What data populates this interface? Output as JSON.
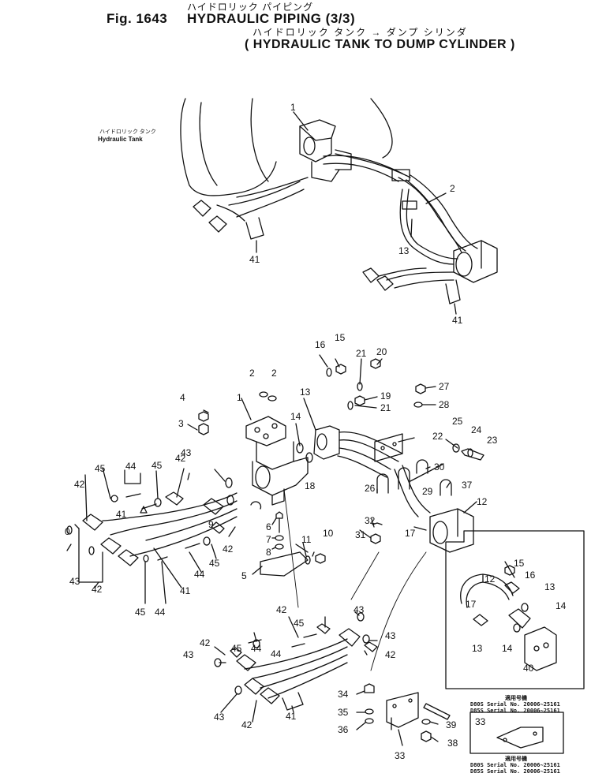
{
  "figure": {
    "fig_label": "Fig. 1643",
    "title_jp": "ハイドロリック パイピング",
    "title": "HYDRAULIC PIPING (3/3)",
    "subtitle_jp": "ハイドロリック タンク → ダンプ シリンダ",
    "subtitle": "( HYDRAULIC TANK TO DUMP CYLINDER )"
  },
  "tank_label": {
    "jp": "ハイドロリック タンク",
    "en": "Hydraulic Tank"
  },
  "inset_upper": {
    "jp": "適用号機",
    "line1": "D80S Serial No. 20006~25161",
    "line2": "D85S Serial No. 20006~25161"
  },
  "inset_lower": {
    "jp": "適用号機",
    "line1": "D80S Serial No. 20006~25161",
    "line2": "D85S Serial No. 20006~25161"
  },
  "callouts": [
    {
      "id": "c1",
      "text": "1"
    },
    {
      "id": "c2",
      "text": "2"
    },
    {
      "id": "c13",
      "text": "13"
    },
    {
      "id": "c41a",
      "text": "41"
    },
    {
      "id": "c41b",
      "text": "41"
    },
    {
      "id": "p15",
      "text": "15"
    },
    {
      "id": "p16",
      "text": "16"
    },
    {
      "id": "p21a",
      "text": "21"
    },
    {
      "id": "p20",
      "text": "20"
    },
    {
      "id": "p2a",
      "text": "2"
    },
    {
      "id": "p2b",
      "text": "2"
    },
    {
      "id": "p13",
      "text": "13"
    },
    {
      "id": "p19",
      "text": "19"
    },
    {
      "id": "p27",
      "text": "27"
    },
    {
      "id": "p21b",
      "text": "21"
    },
    {
      "id": "p4",
      "text": "4"
    },
    {
      "id": "p1",
      "text": "1"
    },
    {
      "id": "p28",
      "text": "28"
    },
    {
      "id": "p14",
      "text": "14"
    },
    {
      "id": "p3",
      "text": "3"
    },
    {
      "id": "p25",
      "text": "25"
    },
    {
      "id": "p24",
      "text": "24"
    },
    {
      "id": "p22",
      "text": "22"
    },
    {
      "id": "p23",
      "text": "23"
    },
    {
      "id": "p18",
      "text": "18"
    },
    {
      "id": "p43a",
      "text": "43"
    },
    {
      "id": "p45a",
      "text": "45"
    },
    {
      "id": "p44a",
      "text": "44"
    },
    {
      "id": "p45b",
      "text": "45"
    },
    {
      "id": "p42a",
      "text": "42"
    },
    {
      "id": "p42b",
      "text": "42"
    },
    {
      "id": "p26",
      "text": "26"
    },
    {
      "id": "p30",
      "text": "30"
    },
    {
      "id": "p37",
      "text": "37"
    },
    {
      "id": "p29",
      "text": "29"
    },
    {
      "id": "p12a",
      "text": "12"
    },
    {
      "id": "p41a",
      "text": "41"
    },
    {
      "id": "p9",
      "text": "9"
    },
    {
      "id": "p6",
      "text": "6"
    },
    {
      "id": "p32",
      "text": "32"
    },
    {
      "id": "p0",
      "text": "0"
    },
    {
      "id": "p42c",
      "text": "42"
    },
    {
      "id": "p7",
      "text": "7"
    },
    {
      "id": "p31",
      "text": "31"
    },
    {
      "id": "p17a",
      "text": "17"
    },
    {
      "id": "p11",
      "text": "11"
    },
    {
      "id": "p10",
      "text": "10"
    },
    {
      "id": "p8",
      "text": "8"
    },
    {
      "id": "p45c",
      "text": "45"
    },
    {
      "id": "p44b",
      "text": "44"
    },
    {
      "id": "p43b",
      "text": "43"
    },
    {
      "id": "p42d",
      "text": "42"
    },
    {
      "id": "p5",
      "text": "5"
    },
    {
      "id": "p41b",
      "text": "41"
    },
    {
      "id": "p45d",
      "text": "45"
    },
    {
      "id": "p44c",
      "text": "44"
    },
    {
      "id": "p15b",
      "text": "15"
    },
    {
      "id": "p12b",
      "text": "12"
    },
    {
      "id": "p16b",
      "text": "16"
    },
    {
      "id": "p13b",
      "text": "13"
    },
    {
      "id": "p17b",
      "text": "17"
    },
    {
      "id": "p14b",
      "text": "14"
    },
    {
      "id": "p13c",
      "text": "13"
    },
    {
      "id": "p14c",
      "text": "14"
    },
    {
      "id": "p40",
      "text": "40"
    },
    {
      "id": "p42e",
      "text": "42"
    },
    {
      "id": "p43c",
      "text": "43"
    },
    {
      "id": "p45e",
      "text": "45"
    },
    {
      "id": "p44d",
      "text": "44"
    },
    {
      "id": "p44e",
      "text": "44"
    },
    {
      "id": "p45f",
      "text": "45"
    },
    {
      "id": "p42f",
      "text": "42"
    },
    {
      "id": "p43d",
      "text": "43"
    },
    {
      "id": "p43e",
      "text": "43"
    },
    {
      "id": "p42g",
      "text": "42"
    },
    {
      "id": "p43f",
      "text": "43"
    },
    {
      "id": "p34",
      "text": "34"
    },
    {
      "id": "p35",
      "text": "35"
    },
    {
      "id": "p39",
      "text": "39"
    },
    {
      "id": "p36",
      "text": "36"
    },
    {
      "id": "p38",
      "text": "38"
    },
    {
      "id": "p43g",
      "text": "43"
    },
    {
      "id": "p42h",
      "text": "42"
    },
    {
      "id": "p41c",
      "text": "41"
    },
    {
      "id": "p33a",
      "text": "33"
    },
    {
      "id": "p33b",
      "text": "33"
    }
  ]
}
